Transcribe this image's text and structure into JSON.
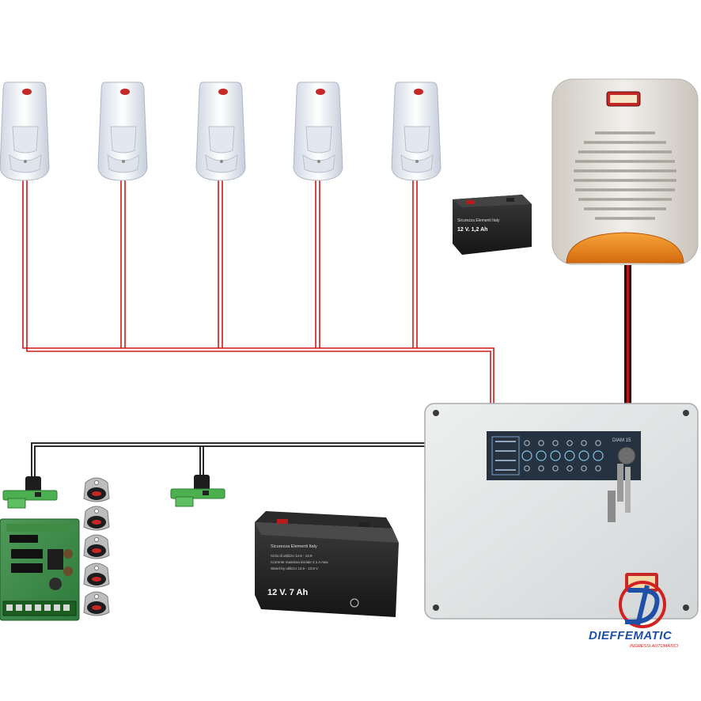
{
  "small_battery": {
    "brand": "Sicurezza Elementi Italy",
    "rating": "12 V. 1,2 Ah"
  },
  "large_battery": {
    "brand": "Sicurezza Elementi Italy",
    "rating": "12 V. 7 Ah",
    "fine_print": [
      "Ciclo di utilizzo 14.5 - 14.9",
      "Corrente massima iniziale 2.1 A max",
      "Stand-by utilizzo 13.6 - 13.8 V"
    ]
  },
  "control_panel": {
    "model": "DIAM 15"
  },
  "logo": {
    "name": "DIEFFEMATIC",
    "tagline": "INGRESSI AUTOMATICI"
  },
  "colors": {
    "wire_red": "#d01818",
    "wire_black": "#111111",
    "logo_blue": "#1f4fa6",
    "logo_red": "#d32020",
    "panel_body": "#e4e6e6",
    "siren_lamp": "#f08a1a"
  }
}
